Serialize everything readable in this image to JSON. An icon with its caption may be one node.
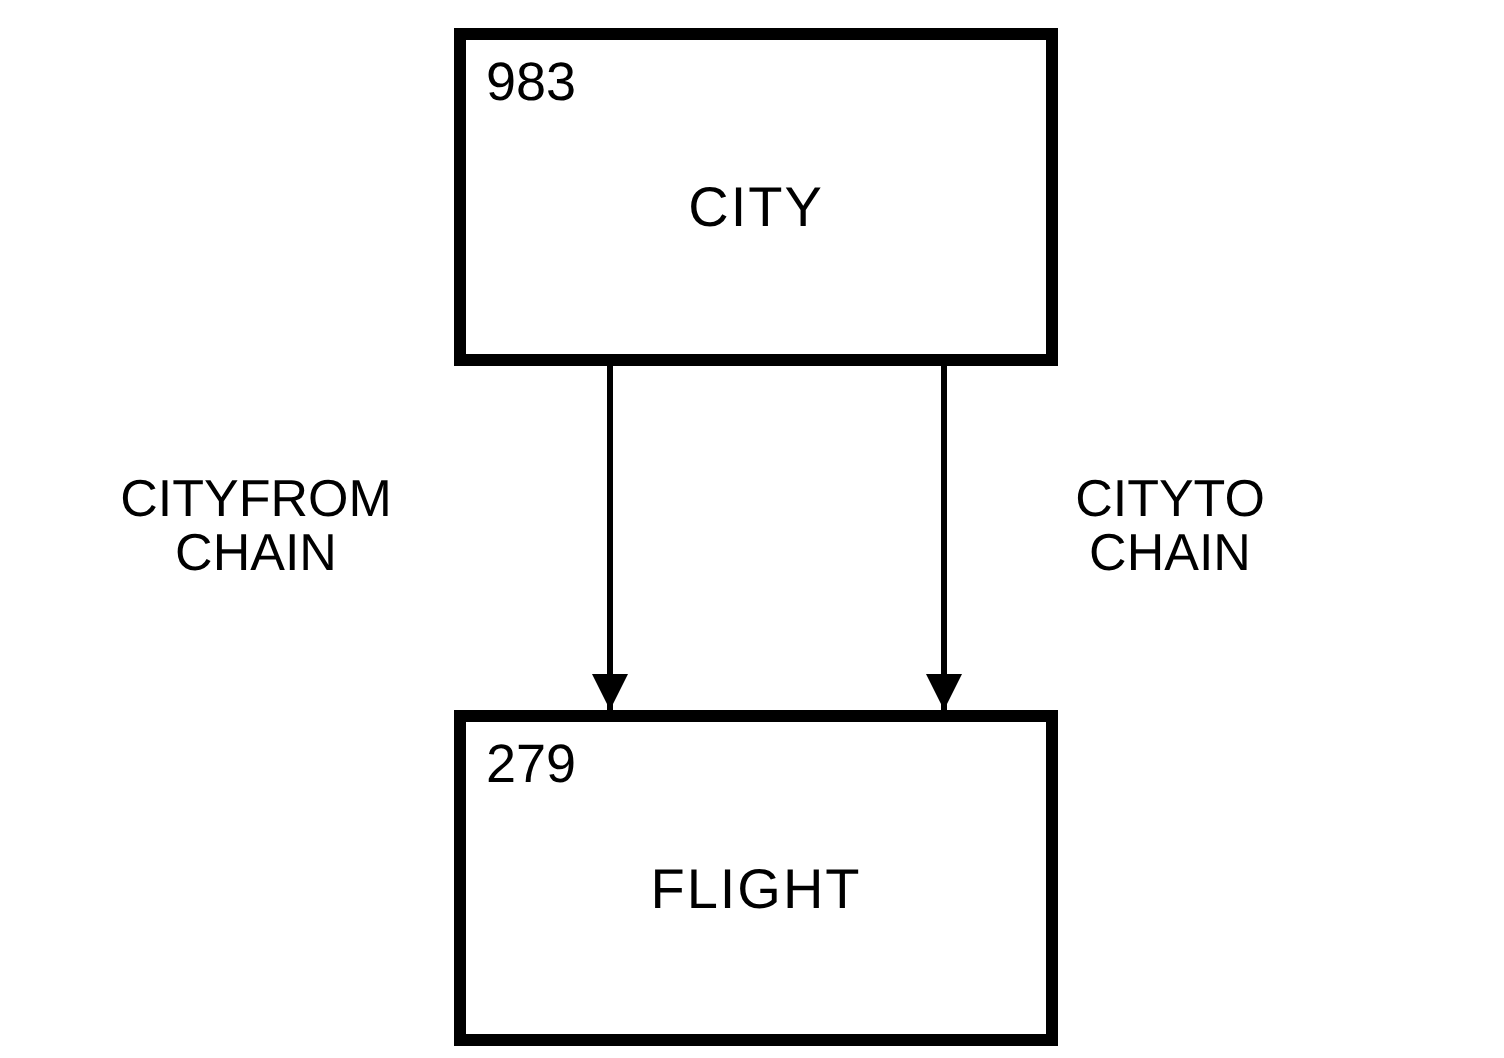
{
  "diagram": {
    "nodes": [
      {
        "text": [
          "983",
          "CITY"
        ]
      },
      {
        "text": [
          "279",
          "FLIGHT"
        ]
      }
    ],
    "edges": [
      {
        "from": 0,
        "to": 1,
        "arrow": "to",
        "label": "CITYFROM CHAIN"
      },
      {
        "from": 0,
        "to": 1,
        "arrow": "to",
        "label": "CITYTO CHAIN"
      }
    ]
  }
}
